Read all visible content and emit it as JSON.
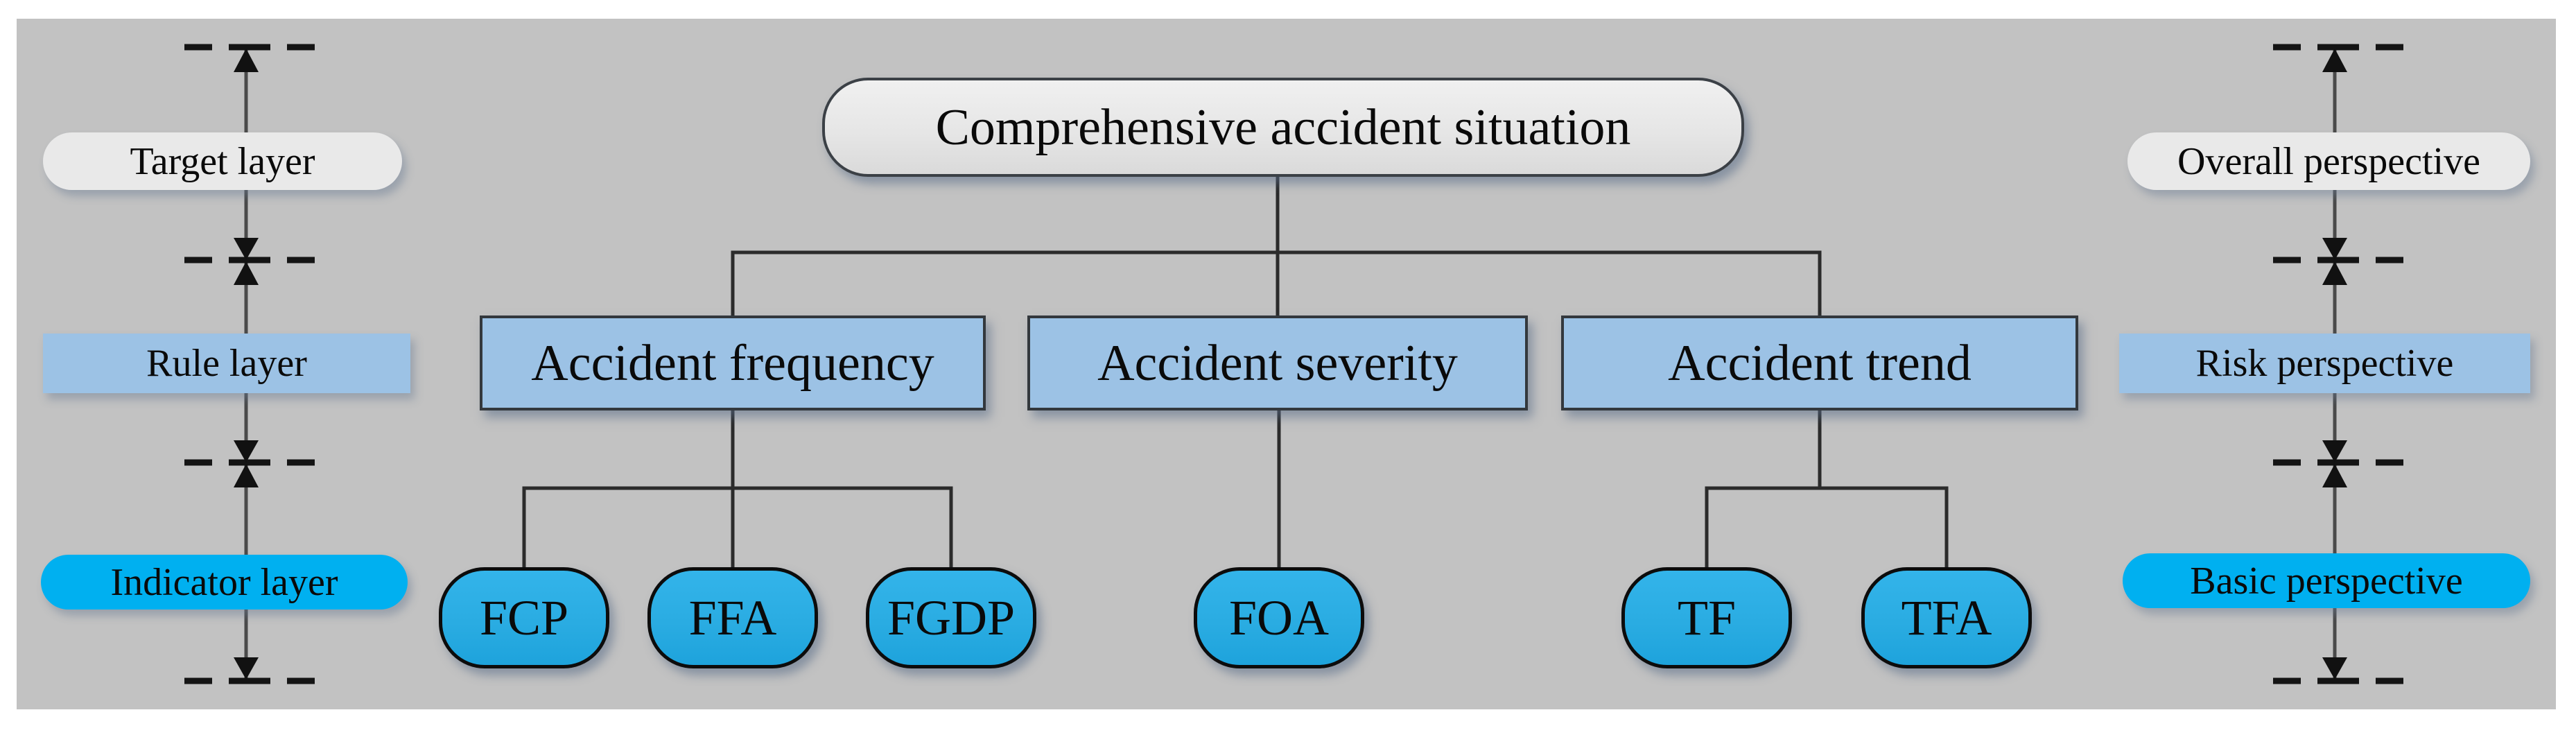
{
  "figure": {
    "type": "hierarchy-diagram",
    "description": "AHP evaluation hierarchy of comprehensive accident situation"
  },
  "tree": {
    "root": {
      "label": "Comprehensive accident situation"
    },
    "rule_layer": [
      {
        "label": "Accident frequency",
        "children": [
          "FCP",
          "FFA",
          "FGDP"
        ]
      },
      {
        "label": "Accident severity",
        "children": [
          "FOA"
        ]
      },
      {
        "label": "Accident trend",
        "children": [
          "TF",
          "TFA"
        ]
      }
    ],
    "indicator_layer": [
      {
        "label": "FCP"
      },
      {
        "label": "FFA"
      },
      {
        "label": "FGDP"
      },
      {
        "label": "FOA"
      },
      {
        "label": "TF"
      },
      {
        "label": "TFA"
      }
    ]
  },
  "left_axis": {
    "labels": [
      {
        "label": "Target layer"
      },
      {
        "label": "Rule layer"
      },
      {
        "label": "Indicator layer"
      }
    ]
  },
  "right_axis": {
    "labels": [
      {
        "label": "Overall perspective"
      },
      {
        "label": "Risk perspective"
      },
      {
        "label": "Basic perspective"
      }
    ]
  },
  "colors": {
    "panel-bg": "#c2c2c2",
    "root-fill": "#e7e7e7",
    "rule-fill": "#9cc2e5",
    "leaf-fill": "#2aace2",
    "pill-gray": "#e9e9e9",
    "pill-cyan": "#00b0f0",
    "line-dark": "#2b2b2b",
    "dim-line": "#4a4a4a"
  }
}
